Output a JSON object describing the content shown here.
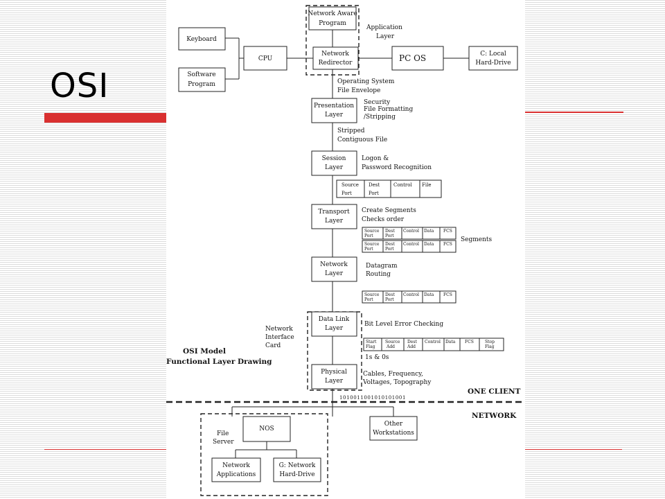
{
  "slide": {
    "title": "OSI"
  },
  "diagram": {
    "caption": {
      "line1": "OSI Model",
      "line2": "Functional Layer Drawing"
    },
    "network_aware_program": {
      "l1": "Network Aware",
      "l2": "Program"
    },
    "application_layer": {
      "l1": "Application",
      "l2": "Layer"
    },
    "keyboard": "Keyboard",
    "software_program": {
      "l1": "Software",
      "l2": "Program"
    },
    "cpu": "CPU",
    "network_redirector": {
      "l1": "Network",
      "l2": "Redirector"
    },
    "pc_os": "PC OS",
    "local_drive": {
      "l1": "C: Local",
      "l2": "Hard-Drive"
    },
    "os_file_envelope": {
      "l1": "Operating System",
      "l2": "File Envelope"
    },
    "presentation": {
      "l1": "Presentation",
      "l2": "Layer"
    },
    "presentation_note": {
      "l1": "Security",
      "l2": "File Formatting",
      "l3": "/Stripping"
    },
    "stripped_file": {
      "l1": "Stripped",
      "l2": "Contiguous File"
    },
    "session": {
      "l1": "Session",
      "l2": "Layer"
    },
    "session_note": {
      "l1": "Logon &",
      "l2": "Password Recognition"
    },
    "session_packet": {
      "source": {
        "l1": "Source",
        "l2": "Port"
      },
      "dest": {
        "l1": "Dest",
        "l2": "Port"
      },
      "control": "Control",
      "file": "File"
    },
    "transport": {
      "l1": "Transport",
      "l2": "Layer"
    },
    "transport_note": {
      "l1": "Create Segments",
      "l2": "Checks order"
    },
    "segment_fields": {
      "source": {
        "l1": "Source",
        "l2": "Port"
      },
      "dest": {
        "l1": "Dest",
        "l2": "Port"
      },
      "control": "Control",
      "data": "Data",
      "fcs": "FCS"
    },
    "segments_label": "Segments",
    "network_layer": {
      "l1": "Network",
      "l2": "Layer"
    },
    "network_note": {
      "l1": "Datagram",
      "l2": "Routing"
    },
    "data_link": {
      "l1": "Data Link",
      "l2": "Layer"
    },
    "data_link_note": "Bit Level Error Checking",
    "nic": {
      "l1": "Network",
      "l2": "Interface",
      "l3": "Card"
    },
    "frame_fields": {
      "start": {
        "l1": "Start",
        "l2": "Flag"
      },
      "source": {
        "l1": "Source",
        "l2": "Add"
      },
      "dest": {
        "l1": "Dest",
        "l2": "Add"
      },
      "control": "Control",
      "data": "Data",
      "fcs": "FCS",
      "stop": {
        "l1": "Stop",
        "l2": "Flag"
      }
    },
    "bits_note": "1s & 0s",
    "physical": {
      "l1": "Physical",
      "l2": "Layer"
    },
    "physical_note": {
      "l1": "Cables, Frequency,",
      "l2": "Voltages, Topography"
    },
    "bitstream": "1010011001010101001",
    "one_client": "ONE CLIENT",
    "network_label": "NETWORK",
    "nos": "NOS",
    "file_server": {
      "l1": "File",
      "l2": "Server"
    },
    "other_workstations": {
      "l1": "Other",
      "l2": "Workstations"
    },
    "network_applications": {
      "l1": "Network",
      "l2": "Applications"
    },
    "network_drive": {
      "l1": "G: Network",
      "l2": "Hard-Drive"
    }
  }
}
